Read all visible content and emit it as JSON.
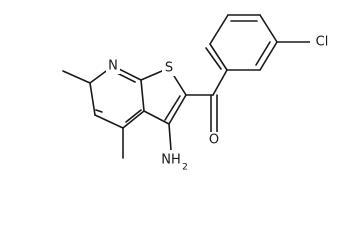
{
  "molecule": {
    "atoms": {
      "nitrogen": "N",
      "sulfur": "S",
      "oxygen": "O",
      "amine": "NH",
      "amine_subscript": "2",
      "chlorine": "Cl"
    }
  },
  "colors": {
    "bond": "#1a1a1a",
    "background": "#ffffff"
  }
}
